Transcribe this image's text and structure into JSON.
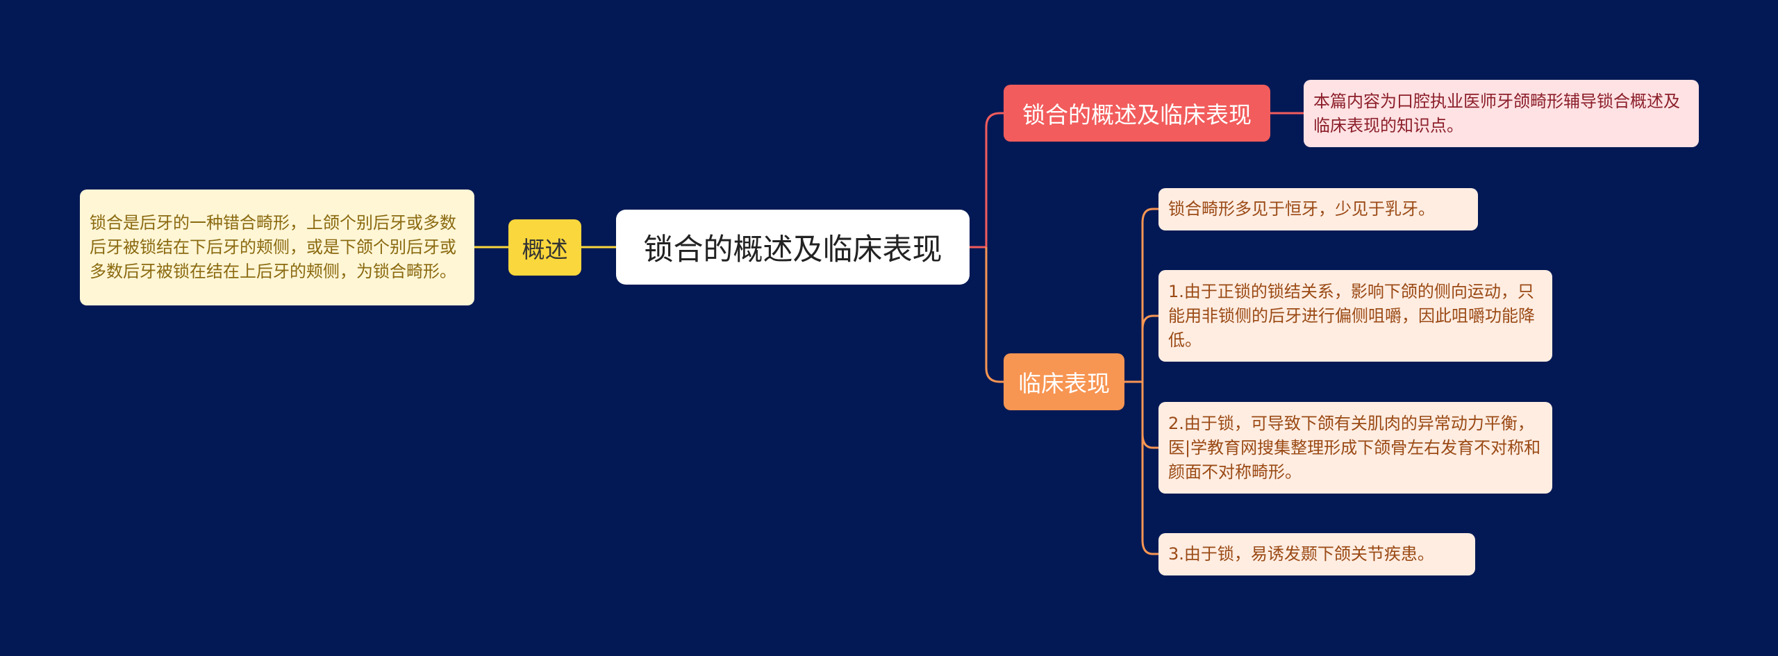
{
  "root": {
    "label": "锁合的概述及临床表现"
  },
  "left_topic": {
    "label": "概述",
    "note": "锁合是后牙的一种错合畸形，上颌个别后牙或多数后牙被锁结在下后牙的颊侧，或是下颌个别后牙或多数后牙被锁在结在上后牙的颊侧，为锁合畸形。"
  },
  "right_topics": [
    {
      "label": "锁合的概述及临床表现",
      "children": [
        "本篇内容为口腔执业医师牙颌畸形辅导锁合概述及临床表现的知识点。"
      ]
    },
    {
      "label": "临床表现",
      "children": [
        "锁合畸形多见于恒牙，少见于乳牙。",
        "1.由于正锁的锁结关系，影响下颌的侧向运动，只能用非锁侧的后牙进行偏侧咀嚼，因此咀嚼功能降低。",
        "2.由于锁，可导致下颌有关肌肉的异常动力平衡，医|学教育网搜集整理形成下颌骨左右发育不对称和颜面不对称畸形。",
        "3.由于锁，易诱发颞下颌关节疾患。"
      ]
    }
  ],
  "colors": {
    "background": "#031955",
    "root": "#FFFFFF",
    "left_branch": "#FAD73C",
    "right_branch_1": "#F25C5C",
    "right_branch_2": "#F79552"
  }
}
